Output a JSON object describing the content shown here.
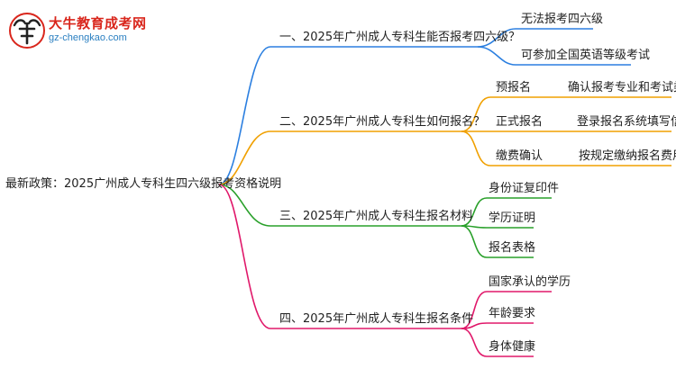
{
  "logo": {
    "title": "大牛教育成考网",
    "url": "gz-chengkao.com"
  },
  "root": "最新政策：2025广州成人专科生四六级报考资格说明",
  "branches": [
    {
      "label": "一、2025年广州成人专科生能否报考四六级？",
      "color": "#2b7fe0",
      "children": [
        "无法报考四六级",
        "可参加全国英语等级考试"
      ]
    },
    {
      "label": "二、2025年广州成人专科生如何报名？",
      "color": "#f0a000",
      "children": [
        {
          "label": "预报名",
          "detail": "确认报考专业和考试类型"
        },
        {
          "label": "正式报名",
          "detail": "登录报名系统填写信息"
        },
        {
          "label": "缴费确认",
          "detail": "按规定缴纳报名费用"
        }
      ]
    },
    {
      "label": "三、2025年广州成人专科生报名材料",
      "color": "#29a02a",
      "children": [
        "身份证复印件",
        "学历证明",
        "报名表格"
      ]
    },
    {
      "label": "四、2025年广州成人专科生报名条件",
      "color": "#e0186a",
      "children": [
        "国家承认的学历",
        "年龄要求",
        "身体健康"
      ]
    }
  ]
}
